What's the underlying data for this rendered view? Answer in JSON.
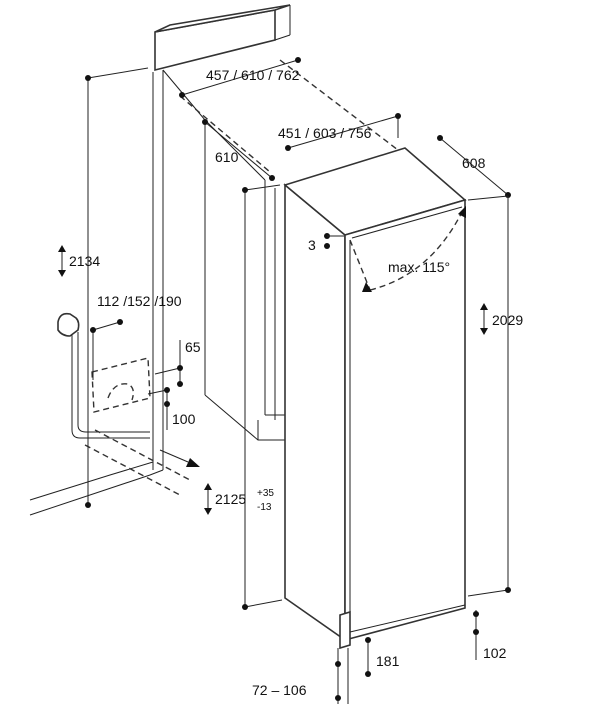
{
  "dimensions": {
    "niche_depth_options": "457 / 610 / 762",
    "appliance_depth_options": "451 / 603 / 756",
    "niche_side_depth": "610",
    "appliance_width": "608",
    "niche_height": "2134",
    "water_connection_offsets": "112 /152 /190",
    "connection_height_65": "65",
    "connection_height_100": "100",
    "appliance_height": "2029",
    "door_gap": "3",
    "door_opening_angle": "max. 115°",
    "installation_height": "2125",
    "installation_height_plus": "+35",
    "installation_height_minus": "-13",
    "plinth_depth": "181",
    "plinth_height": "102",
    "plinth_range": "72 – 106"
  }
}
